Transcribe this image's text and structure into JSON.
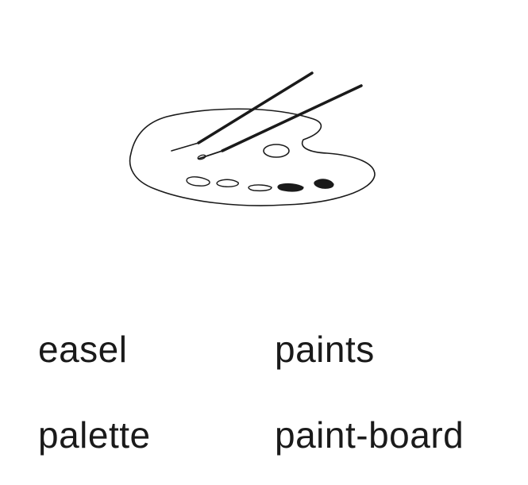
{
  "illustration": {
    "subject": "palette-with-brushes",
    "ink_color": "#1a1a1a",
    "background": "#ffffff"
  },
  "choices": [
    {
      "label": "easel"
    },
    {
      "label": "paints"
    },
    {
      "label": "palette"
    },
    {
      "label": "paint-board"
    }
  ]
}
